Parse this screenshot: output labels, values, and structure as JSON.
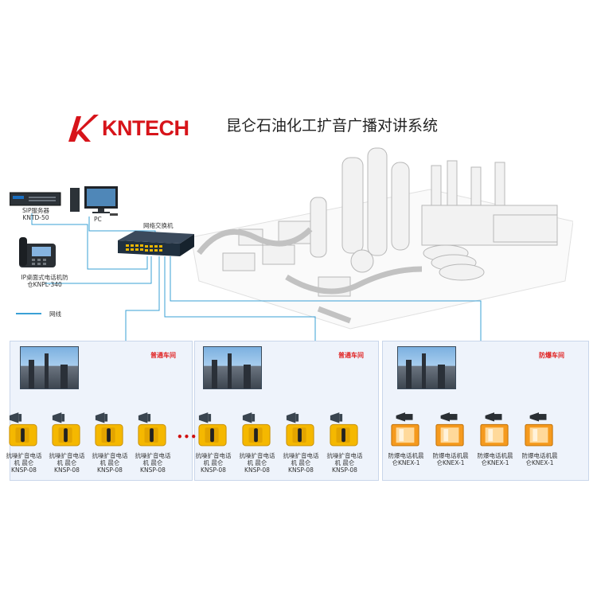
{
  "logo": {
    "text": "KNTECH",
    "color": "#d7141a"
  },
  "title": "昆仑石油化工扩音广播对讲系统",
  "devices": {
    "sip_server": {
      "line1": "SIP服务器",
      "line2": "KNTD-50",
      "icon": "server-icon"
    },
    "pc": {
      "label": "PC",
      "icon": "pc-icon"
    },
    "switch": {
      "label": "网络交换机",
      "icon": "network-switch-icon"
    },
    "ip_phone": {
      "line1": "IP桌面式电话机防",
      "line2": "仓KNPL-340",
      "icon": "desk-phone-icon"
    }
  },
  "legend": {
    "label": "网线",
    "color": "#3aa0d6"
  },
  "zones": [
    {
      "tag": "普通车间",
      "devices": [
        {
          "line1": "抗噪扩音电话",
          "line2": "机 晨仑",
          "line3": "KNSP-08"
        },
        {
          "line1": "抗噪扩音电话",
          "line2": "机 晨仑",
          "line3": "KNSP-08"
        },
        {
          "line1": "抗噪扩音电话",
          "line2": "机 晨仑",
          "line3": "KNSP-08"
        },
        {
          "line1": "抗噪扩音电话",
          "line2": "机 晨仑",
          "line3": "KNSP-08"
        }
      ]
    },
    {
      "tag": "普通车间",
      "devices": [
        {
          "line1": "抗噪扩音电话",
          "line2": "机 晨仑",
          "line3": "KNSP-08"
        },
        {
          "line1": "抗噪扩音电话",
          "line2": "机 晨仑",
          "line3": "KNSP-08"
        },
        {
          "line1": "抗噪扩音电话",
          "line2": "机 晨仑",
          "line3": "KNSP-08"
        },
        {
          "line1": "抗噪扩音电话",
          "line2": "机 晨仑",
          "line3": "KNSP-08"
        }
      ]
    },
    {
      "tag": "防爆车间",
      "devices": [
        {
          "line1": "防爆电话机晨",
          "line2": "仑KNEX-1"
        },
        {
          "line1": "防爆电话机晨",
          "line2": "仑KNEX-1"
        },
        {
          "line1": "防爆电话机晨",
          "line2": "仑KNEX-1"
        },
        {
          "line1": "防爆电话机晨",
          "line2": "仑KNEX-1"
        }
      ]
    }
  ],
  "more": "•••",
  "colors": {
    "cable": "#3aa0d6",
    "ordinary_phone": "#f5b800",
    "explosion_phone": "#f59a1e",
    "tag": "#e02020"
  }
}
